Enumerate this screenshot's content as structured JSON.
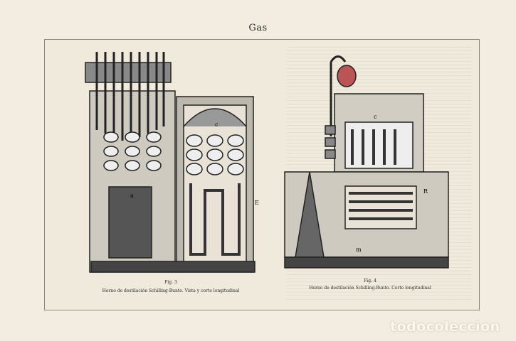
{
  "page": {
    "title": "Gas"
  },
  "figures": [
    {
      "number": "Fig. 3",
      "caption": "Horno de destilación Schilling-Bunte. Vista y corte longitudinal",
      "labels": [
        "a",
        "c",
        "E"
      ]
    },
    {
      "number": "Fig. 4",
      "caption": "Horno de destilación Schilling-Bunte. Corte longitudinal",
      "labels": [
        "c",
        "R",
        "m"
      ]
    }
  ],
  "watermark": "todocoleccion",
  "colors": {
    "paper": "#f2ede0",
    "ink": "#2a2a2a"
  }
}
